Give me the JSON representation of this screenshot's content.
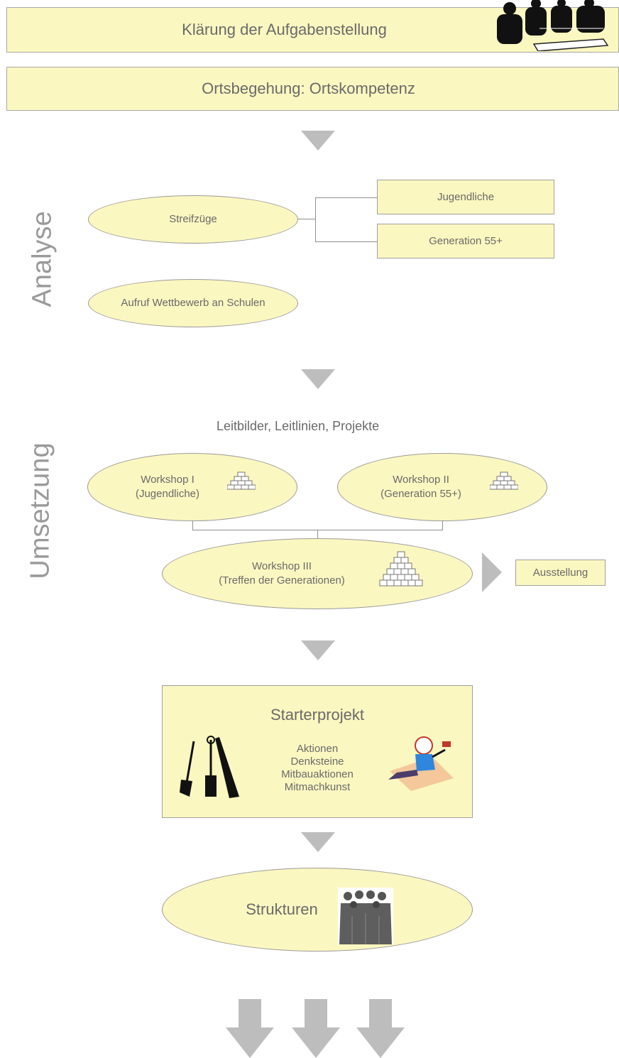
{
  "header": {
    "clarification": "Klärung der Aufgabenstellung",
    "site_visit": "Ortsbegehung: Ortskompetenz"
  },
  "analyse": {
    "side_label": "Analyse",
    "streifzuege": "Streifzüge",
    "jugendliche": "Jugendliche",
    "generation55": "Generation 55+",
    "aufruf": "Aufruf Wettbewerb an Schulen"
  },
  "umsetzung": {
    "side_label": "Umsetzung",
    "heading": "Leitbilder, Leitlinien, Projekte",
    "ws1_line1": "Workshop I",
    "ws1_line2": "(Jugendliche)",
    "ws2_line1": "Workshop II",
    "ws2_line2": "(Generation 55+)",
    "ws3_line1": "Workshop III",
    "ws3_line2": "(Treffen der Generationen)",
    "ausstellung": "Ausstellung"
  },
  "starter": {
    "title": "Starterprojekt",
    "items": [
      "Aktionen",
      "Denksteine",
      "Mitbauaktionen",
      "Mitmachkunst"
    ]
  },
  "structures": {
    "label": "Strukturen"
  },
  "colors": {
    "fill": "#fbf7c0",
    "arrow": "#bdbdbd",
    "border": "#a8a8a8"
  }
}
